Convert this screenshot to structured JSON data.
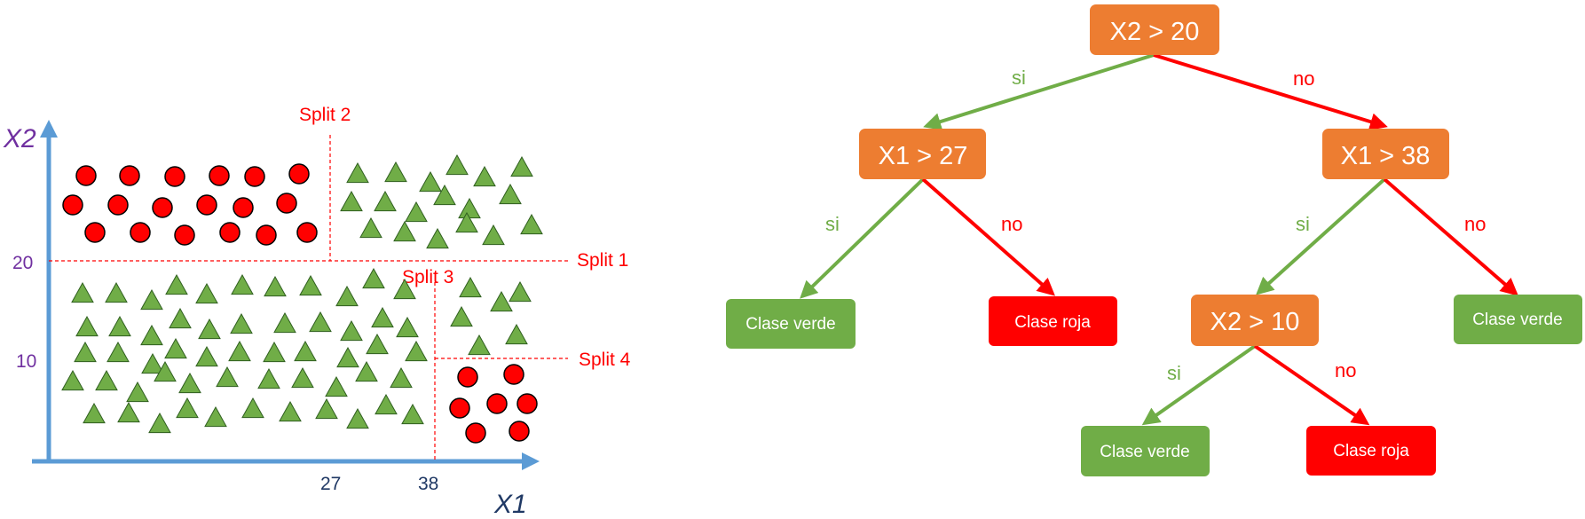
{
  "colors": {
    "axis": "#5b9bd5",
    "axis_title": "#7030a0",
    "tick_x": "#1f3864",
    "tick_y": "#7030a0",
    "red": "#ff0000",
    "green": "#70ad47",
    "decision_node": "#ed7d31",
    "split_line": "#ff0000"
  },
  "scatter": {
    "x_axis_title": "X1",
    "y_axis_title": "X2",
    "x_ticks": [
      "27",
      "38"
    ],
    "y_ticks": [
      "20",
      "10"
    ],
    "split_labels": [
      "Split 1",
      "Split 2",
      "Split 3",
      "Split 4"
    ],
    "marker_shapes": {
      "circle": "red",
      "triangle": "green"
    }
  },
  "tree": {
    "root": "X2 > 20",
    "left_decision": "X1 > 27",
    "right_decision": "X1 > 38",
    "inner_decision": "X2 > 10",
    "leaf_green_1": "Clase verde",
    "leaf_red_1": "Clase roja",
    "leaf_green_2": "Clase verde",
    "leaf_green_3": "Clase verde",
    "leaf_red_2": "Clase roja",
    "yes_label": "si",
    "no_label": "no"
  }
}
